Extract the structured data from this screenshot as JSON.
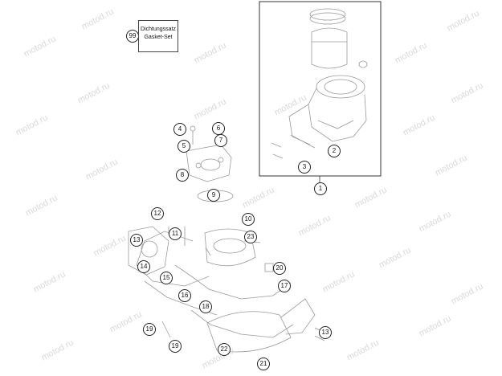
{
  "watermark": "motod.ru",
  "gasket_set": {
    "line1": "Dichtungssatz",
    "line2": "Gasket-Set",
    "callout": "99"
  },
  "callouts": {
    "c1": "1",
    "c2": "2",
    "c3": "3",
    "c4": "4",
    "c5": "5",
    "c6": "6",
    "c7": "7",
    "c8": "8",
    "c9": "9",
    "c10": "10",
    "c11": "11",
    "c12": "12",
    "c13a": "13",
    "c13b": "13",
    "c14": "14",
    "c15": "15",
    "c16": "16",
    "c17": "17",
    "c18": "18",
    "c19a": "19",
    "c19b": "19",
    "c20": "20",
    "c21": "21",
    "c22": "22",
    "c23": "23"
  }
}
